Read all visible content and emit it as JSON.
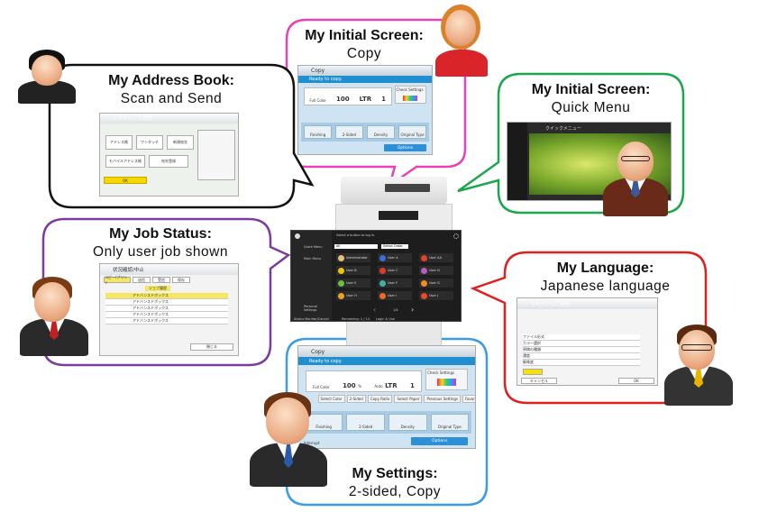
{
  "bubbles": [
    {
      "id": "initial-copy",
      "title": "My Initial Screen",
      "subtitle": "Copy",
      "color": "#e843b5"
    },
    {
      "id": "address-book",
      "title": "My Address Book",
      "subtitle": "Scan and Send",
      "color": "#111111"
    },
    {
      "id": "initial-quick",
      "title": "My Initial Screen",
      "subtitle": "Quick Menu",
      "color": "#1aa64a"
    },
    {
      "id": "job-status",
      "title": "My Job Status",
      "subtitle": "Only user job shown",
      "color": "#7a3c9e"
    },
    {
      "id": "language",
      "title": "My Language",
      "subtitle": "Japanese language",
      "color": "#e01f1f"
    },
    {
      "id": "settings",
      "title": "My Settings",
      "subtitle": "2-sided, Copy",
      "color": "#3a9ce6"
    }
  ],
  "colon": ":",
  "copy_screen": {
    "title": "Copy",
    "status": "Ready to copy.",
    "color_mode": "Full Color",
    "ratio": "100",
    "ratio_unit": "%",
    "auto": "Auto",
    "paper": "LTR",
    "copies": "1",
    "check_settings": "Check Settings",
    "buttons": [
      "Select Color",
      "2-Sided",
      "Copy Ratio",
      "Select Paper"
    ],
    "right_buttons": [
      "Previous Settings",
      "Favorite Settings"
    ],
    "functions": [
      "Finishing",
      "2-Sided",
      "Density",
      "Original Type"
    ],
    "interrupt": "Interrupt",
    "options": "Options"
  },
  "scan_screen": {
    "title": "スキャンして送信",
    "tiles": [
      "アドレス帳",
      "ワンタッチ",
      "新規宛先",
      "モバイルアドレス帳",
      "宛先登録"
    ],
    "ok": "OK"
  },
  "quick_screen": {
    "title": "クイックメニュー"
  },
  "job_screen": {
    "title": "状況確認/中止",
    "tabs": [
      "コピー/プリント",
      "送信",
      "受信",
      "保存"
    ],
    "job": "ジョブ履歴",
    "rows": [
      "アドバンスドボックス",
      "アドバンスドボックス",
      "アドバンスドボックス",
      "アドバンスドボックス",
      "アドバンスドボックス"
    ],
    "close": "閉じる"
  },
  "language_screen": {
    "title": "スキャンして送信",
    "cancel": "キャンセル",
    "ok": "OK",
    "rows": [
      "ファイル形式",
      "カラー選択",
      "原稿の種類",
      "濃度",
      "解像度"
    ]
  },
  "login_panel": {
    "prompt": "Select a button to log in.",
    "filter": "All",
    "order": "Select Order",
    "users": [
      "Administrator",
      "User A",
      "User AA",
      "User B",
      "User C",
      "User D",
      "User E",
      "User F",
      "User G",
      "User H",
      "User I",
      "User J"
    ],
    "user_colors": [
      "#e8c27a",
      "#3a6fd8",
      "#e4402a",
      "#f0c400",
      "#e03a2a",
      "#b060c0",
      "#6cc040",
      "#40b0a0",
      "#f08a2a",
      "#f0a020",
      "#f06a2a",
      "#e84a2a"
    ],
    "page": "1/4",
    "nav_items": [
      "Quick Menu",
      "Main Menu"
    ],
    "personal": "Personal Settings",
    "remaining": "Remaining: 1 / 14",
    "login": "Login & Use",
    "status": "Status Monitor/Cancel"
  }
}
